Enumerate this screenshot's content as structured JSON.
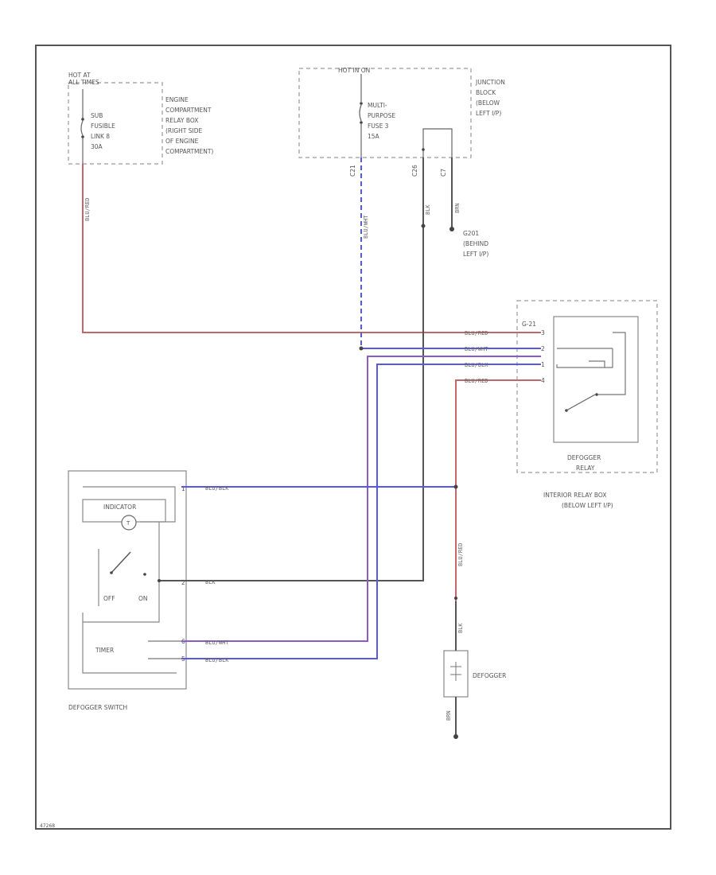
{
  "colors": {
    "red": "#c06868",
    "blue": "#5858e6",
    "purple": "#8a5cc8",
    "dark": "#555555",
    "gray": "#888888"
  },
  "fuse_box": {
    "hot_label_1": "HOT AT",
    "hot_label_2": "ALL TIMES",
    "fuse_1": "SUB",
    "fuse_2": "FUSIBLE",
    "fuse_3": "LINK 8",
    "fuse_4": "30A",
    "relay_box_1": "ENGINE",
    "relay_box_2": "COMPARTMENT",
    "relay_box_3": "RELAY BOX",
    "relay_box_4": "(RIGHT SIDE",
    "relay_box_5": "OF ENGINE",
    "relay_box_6": "COMPARTMENT)"
  },
  "junction_block": {
    "hot_label": "HOT IN ON",
    "fuse_1": "MULTI-",
    "fuse_2": "PURPOSE",
    "fuse_3": "FUSE 3",
    "fuse_4": "15A",
    "name_1": "JUNCTION",
    "name_2": "BLOCK",
    "name_3": "(BELOW",
    "name_4": "LEFT I/P)",
    "pin_a": "C21",
    "pin_b": "C26",
    "pin_c": "C7"
  },
  "ground_g201": {
    "l1": "G201",
    "l2": "(BEHIND",
    "l3": "LEFT I/P)"
  },
  "relay": {
    "top_label": "G-21",
    "name_1": "DEFOGGER",
    "name_2": "RELAY",
    "box_1": "INTERIOR RELAY BOX",
    "box_2": "(BELOW LEFT I/P)",
    "pin_1": "3",
    "pin_2": "2",
    "pin_3": "1",
    "pin_4": "4"
  },
  "switch": {
    "indicator": "INDICATOR",
    "off": "OFF",
    "on": "ON",
    "timer": "TIMER",
    "name": "DEFOGGER SWITCH",
    "pin_1": "1",
    "pin_2": "2",
    "pin_3": "6",
    "pin_4": "5"
  },
  "defogger": {
    "name": "DEFOGGER",
    "wire_in": "BLK",
    "wire_gnd": "BRN"
  },
  "wires": {
    "w_red_vertical": "BLU/RED",
    "w_blue_dashed": "BLU/WHT",
    "w_blk_jb": "BLK",
    "w_brn_ground": "BRN",
    "w1": "BLU/RED",
    "w2": "BLU/WHT",
    "w3": "BLU/BLK",
    "w4": "BLU/RED",
    "sw1": "BLU/BLK",
    "sw2": "BLK",
    "sw3": "BLU/WHT",
    "sw4": "BLU/BLK",
    "def_red": "BLU/RED"
  },
  "diagram_id": "47268"
}
